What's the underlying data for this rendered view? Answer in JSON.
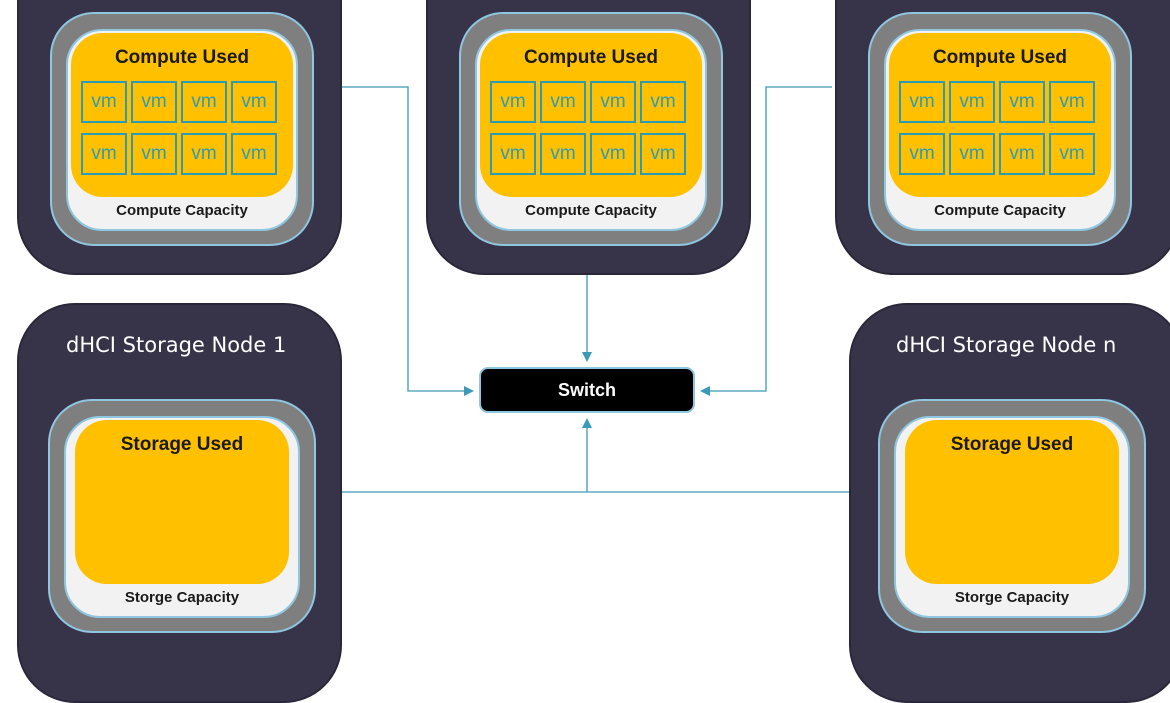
{
  "compute_nodes": [
    {
      "used_label": "Compute Used",
      "capacity_label": "Compute Capacity",
      "vms": [
        "vm",
        "vm",
        "vm",
        "vm",
        "vm",
        "vm",
        "vm",
        "vm"
      ]
    },
    {
      "used_label": "Compute Used",
      "capacity_label": "Compute Capacity",
      "vms": [
        "vm",
        "vm",
        "vm",
        "vm",
        "vm",
        "vm",
        "vm",
        "vm"
      ]
    },
    {
      "used_label": "Compute Used",
      "capacity_label": "Compute Capacity",
      "vms": [
        "vm",
        "vm",
        "vm",
        "vm",
        "vm",
        "vm",
        "vm",
        "vm"
      ]
    }
  ],
  "storage_nodes": [
    {
      "title": "dHCI Storage Node 1",
      "used_label": "Storage Used",
      "capacity_label": "Storge Capacity"
    },
    {
      "title": "dHCI Storage Node n",
      "used_label": "Storage Used",
      "capacity_label": "Storge Capacity"
    }
  ],
  "switch": {
    "label": "Switch"
  },
  "colors": {
    "node_bg": "#37344a",
    "frame_grey": "#7f7f7f",
    "frame_border": "#8fc6e0",
    "used_fill": "#ffc000",
    "vm_border": "#2e9bb5",
    "switch_bg": "#000000",
    "connector": "#3a9ab8"
  }
}
